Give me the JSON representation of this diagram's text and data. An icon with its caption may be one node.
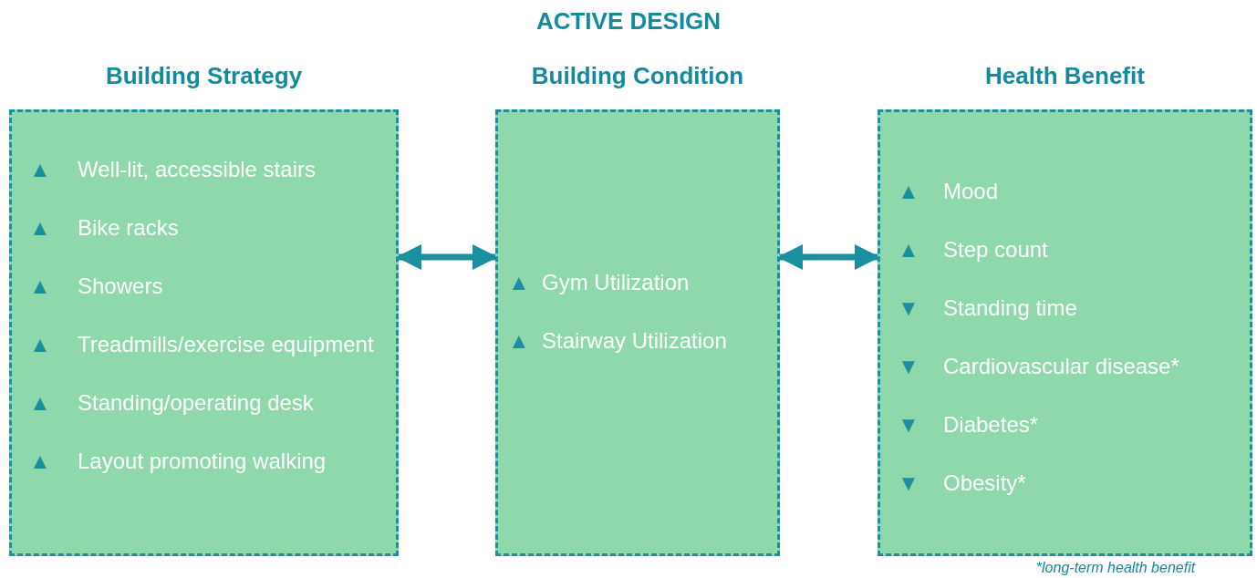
{
  "diagram": {
    "title": "ACTIVE DESIGN",
    "nodes": [
      {
        "text": [
          "Building Strategy",
          "▲ Well-lit, accessible stairs",
          "▲ Bike racks",
          "▲ Showers",
          "▲ Treadmills/exercise equipment",
          "▲ Standing/operating desk",
          "▲ Layout promoting walking"
        ]
      },
      {
        "text": [
          "Building Condition",
          "▲ Gym Utilization",
          "▲ Stairway Utilization"
        ]
      },
      {
        "text": [
          "Health Benefit",
          "▲ Mood",
          "▲ Step count",
          "▼ Standing time",
          "▼ Cardiovascular disease*",
          "▼ Diabetes*",
          "▼ Obesity*"
        ],
        "beside": [
          "*long-term health benefit"
        ]
      }
    ],
    "edges": [
      {
        "from": 0,
        "to": 1,
        "arrow": "both"
      },
      {
        "from": 1,
        "to": 2,
        "arrow": "both"
      }
    ]
  }
}
